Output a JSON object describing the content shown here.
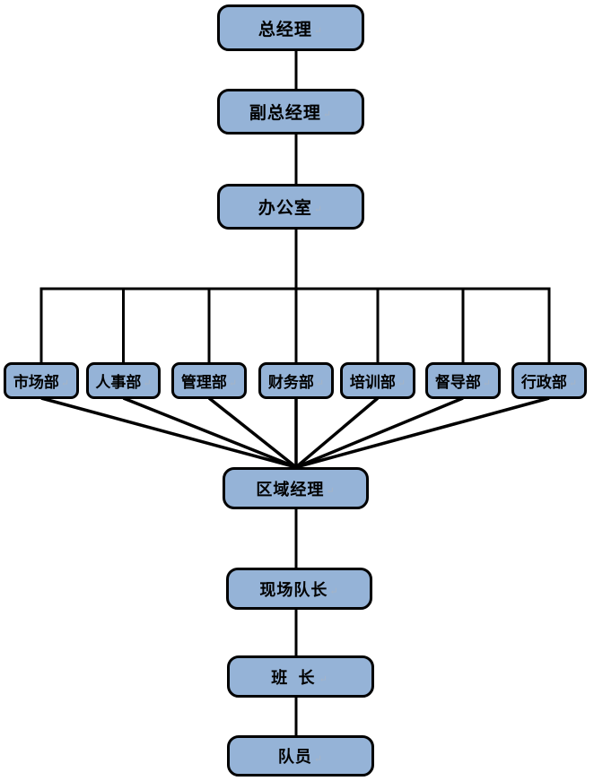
{
  "diagram": {
    "type": "org-chart",
    "colors": {
      "box_fill": "#95b3d7",
      "box_border": "#000000",
      "connector": "#000000",
      "background": "#ffffff",
      "text": "#000000",
      "paragraph_mark": "#a7b4c6"
    },
    "pilcrow": "↵",
    "nodes": [
      {
        "label": "总经理",
        "level": 1
      },
      {
        "label": "副总经理",
        "level": 2
      },
      {
        "label": "办公室",
        "level": 3
      },
      {
        "label": "市场部",
        "level": 4
      },
      {
        "label": "人事部",
        "level": 4
      },
      {
        "label": "管理部",
        "level": 4
      },
      {
        "label": "财务部",
        "level": 4
      },
      {
        "label": "培训部",
        "level": 4
      },
      {
        "label": "督导部",
        "level": 4
      },
      {
        "label": "行政部",
        "level": 4
      },
      {
        "label": "区域经理",
        "level": 5
      },
      {
        "label": "现场队长",
        "level": 6
      },
      {
        "label": "班 长",
        "level": 7
      },
      {
        "label": "队员",
        "level": 8
      }
    ]
  }
}
